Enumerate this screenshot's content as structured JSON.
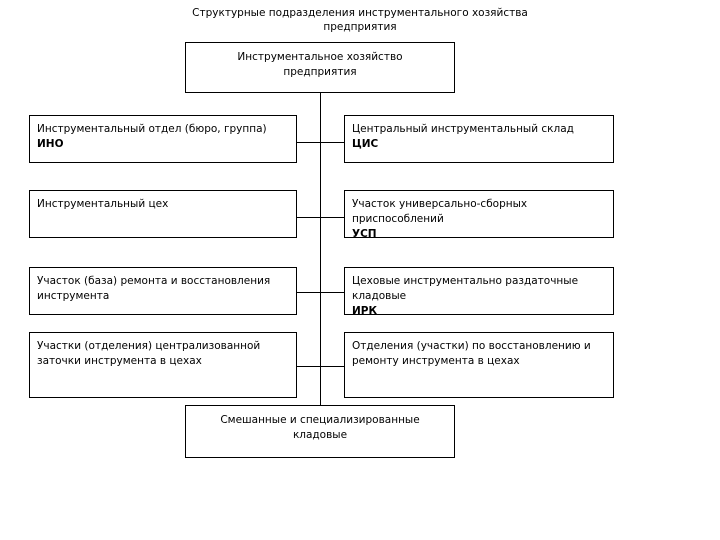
{
  "diagram": {
    "type": "org-chart",
    "title": "Структурные подразделения инструментального хозяйства\nпредприятия",
    "root": {
      "label": "Инструментальное хозяйство\nпредприятия"
    },
    "bottom": {
      "label": "Смешанные и специализированные\nкладовые"
    },
    "left_branches": [
      {
        "text": "Инструментальный  отдел  (бюро,  группа)\n",
        "abbr": "ИНО"
      },
      {
        "text": "Инструментальный цех",
        "abbr": ""
      },
      {
        "text": "Участок (база) ремонта и восстановления\nинструмента",
        "abbr": ""
      },
      {
        "text": "Участки (отделения) централизованной\nзаточки инструмента в цехах",
        "abbr": ""
      }
    ],
    "right_branches": [
      {
        "text": "Центральный инструментальный склад\n",
        "abbr": "ЦИС"
      },
      {
        "text": "Участок универсально-сборных\nприспособлений ",
        "abbr": "УСП"
      },
      {
        "text": "Цеховые инструментально раздаточные\nкладовые ",
        "abbr": "ИРК"
      },
      {
        "text": "Отделения (участки) по восстановлению и\nремонту инструмента в цехах",
        "abbr": ""
      }
    ],
    "colors": {
      "background": "#ffffff",
      "stroke": "#000000",
      "text": "#000000"
    }
  }
}
